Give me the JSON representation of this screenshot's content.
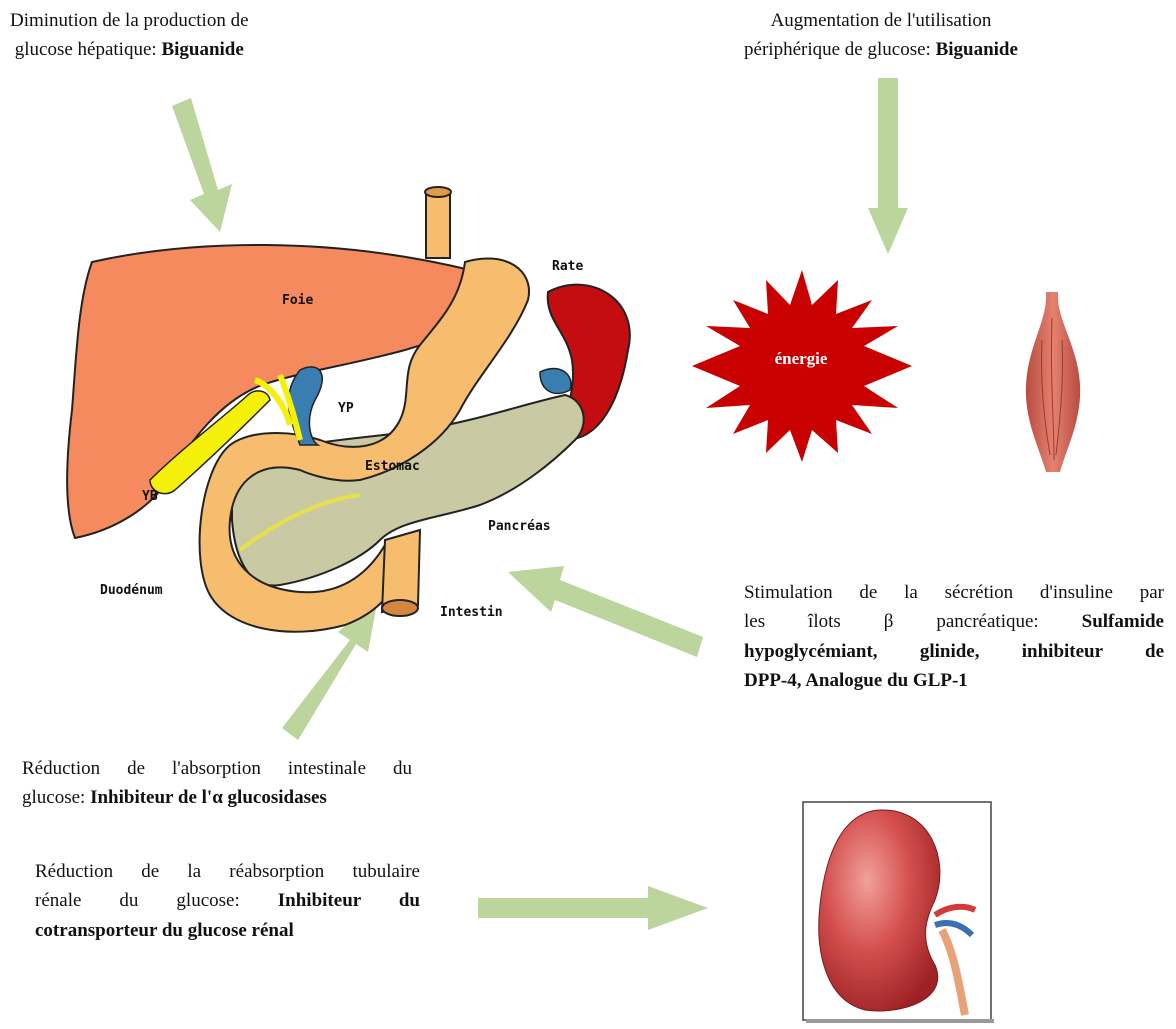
{
  "annotations": {
    "liver": {
      "line1": "Diminution de la production de",
      "line2_prefix": "glucose hépatique: ",
      "drug": "Biguanide"
    },
    "peripheral": {
      "line1": "Augmentation de l'utilisation",
      "line2_prefix": "périphérique de glucose: ",
      "drug": "Biguanide"
    },
    "pancreas": {
      "line1": "Stimulation de la sécrétion d'insuline par",
      "line2_prefix": "les îlots β pancréatique: ",
      "drug_line2": "Sulfamide",
      "drug_line3": "hypoglycémiant, glinide, inhibiteur de",
      "drug_line4": "DPP-4, Analogue du GLP-1"
    },
    "intestine": {
      "line1": "Réduction de l'absorption intestinale du",
      "line2_prefix": "glucose: ",
      "drug": "Inhibiteur de l'α glucosidases"
    },
    "kidney": {
      "line1": "Réduction de la réabsorption tubulaire",
      "line2_prefix": "rénale du glucose: ",
      "drug_line2": "Inhibiteur du",
      "drug_line3": "cotransporteur du glucose rénal"
    }
  },
  "organ_labels": {
    "foie": "Foie",
    "rate": "Rate",
    "yp": "YP",
    "yb": "YB",
    "estomac": "Estomac",
    "pancreas": "Pancréas",
    "duodenum": "Duodénum",
    "intestin": "Intestin"
  },
  "energy_label": "énergie",
  "colors": {
    "arrow": "#bcd59c",
    "liver": "#f58a5e",
    "stomach": "#f7bd6f",
    "pancreas": "#c9c9a4",
    "spleen": "#c40d10",
    "bile": "#f5f00a",
    "portal": "#3a7db0",
    "energy": "#c80000",
    "kidney": "#c93a3c",
    "muscle": "#d86b5c"
  }
}
